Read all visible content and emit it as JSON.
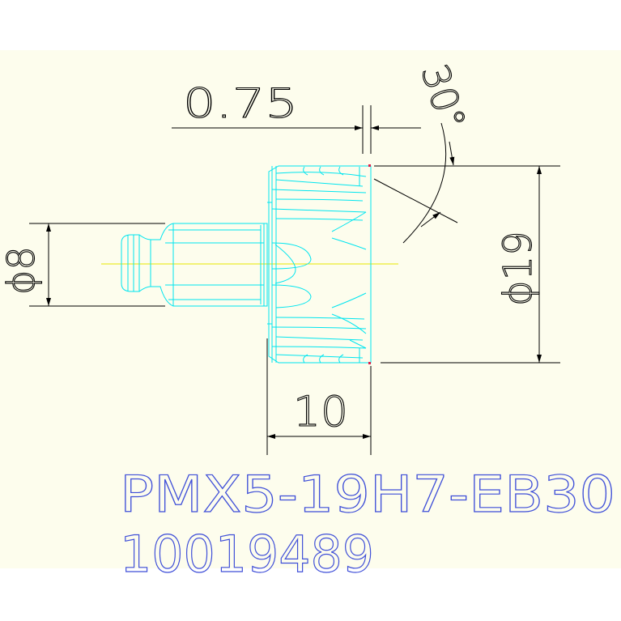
{
  "drawing": {
    "part_number": "PMX5-19H7-EB30",
    "item_code": "10019489",
    "dimensions": {
      "chamfer_depth": "0.75",
      "chamfer_angle": "30°",
      "pilot_diameter": "ϕ8",
      "gear_diameter": "ϕ19",
      "gear_width": "10"
    },
    "colors": {
      "part_outline": "#00e5ef",
      "dimension_line": "#000000",
      "centerline": "#e8e800",
      "title_text": "#3f4fd8",
      "sheet_background": "#fdfded",
      "marker": "#e0204a"
    }
  }
}
